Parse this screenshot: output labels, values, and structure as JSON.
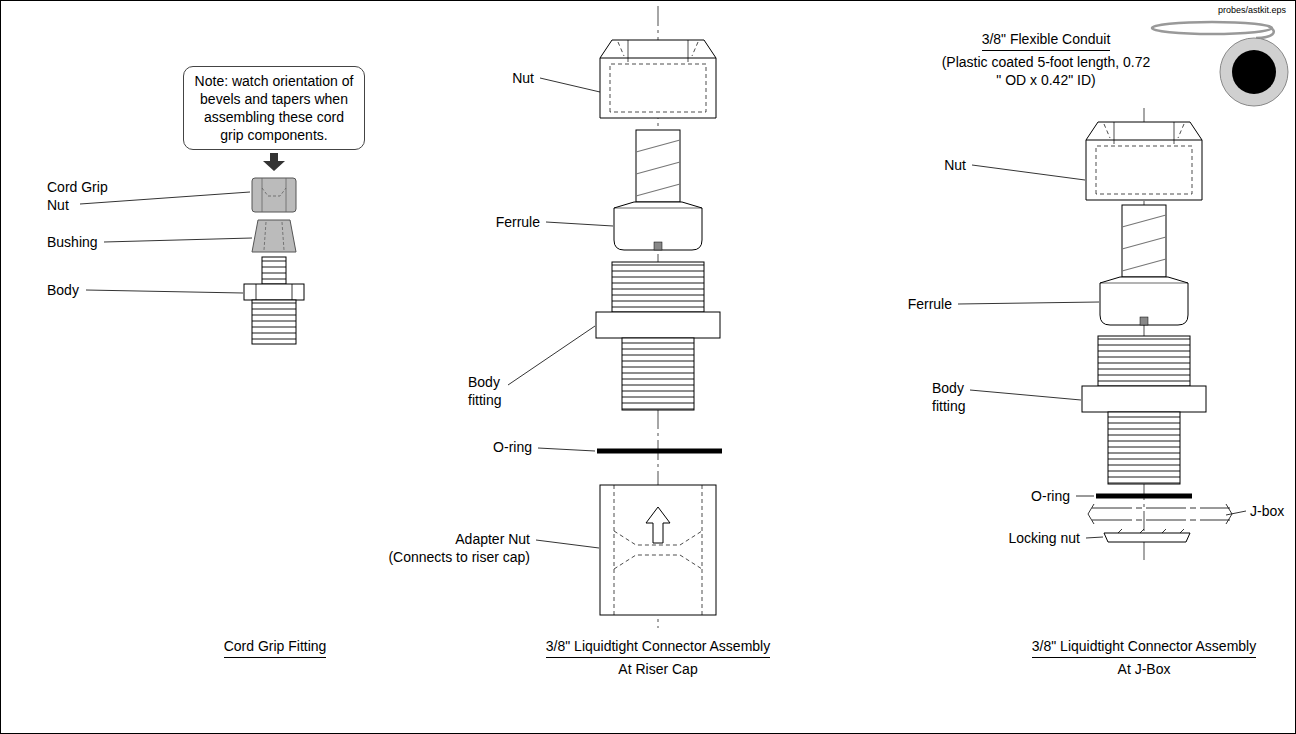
{
  "diagram": {
    "nodes": [
      {
        "text": [
          "Note: watch orientation of bevels and tapers when assembling these cord grip components."
        ]
      }
    ],
    "labels": [
      "probes/astkit.eps",
      "3/8\" Flexible Conduit",
      "(Plastic coated 5-foot length, 0.72 \" OD x 0.42\" ID)",
      "Cord Grip Nut",
      "Bushing",
      "Body",
      "Cord Grip Fitting",
      "Nut",
      "Ferrule",
      "Body fitting",
      "O-ring",
      "Adapter Nut",
      "(Connects to riser cap)",
      "3/8\" Liquidtight Connector Assembly",
      "At Riser Cap",
      "Nut",
      "Ferrule",
      "Body fitting",
      "O-ring",
      "J-box",
      "Locking nut",
      "3/8\" Liquidtight Connector Assembly",
      "At J-Box"
    ]
  }
}
